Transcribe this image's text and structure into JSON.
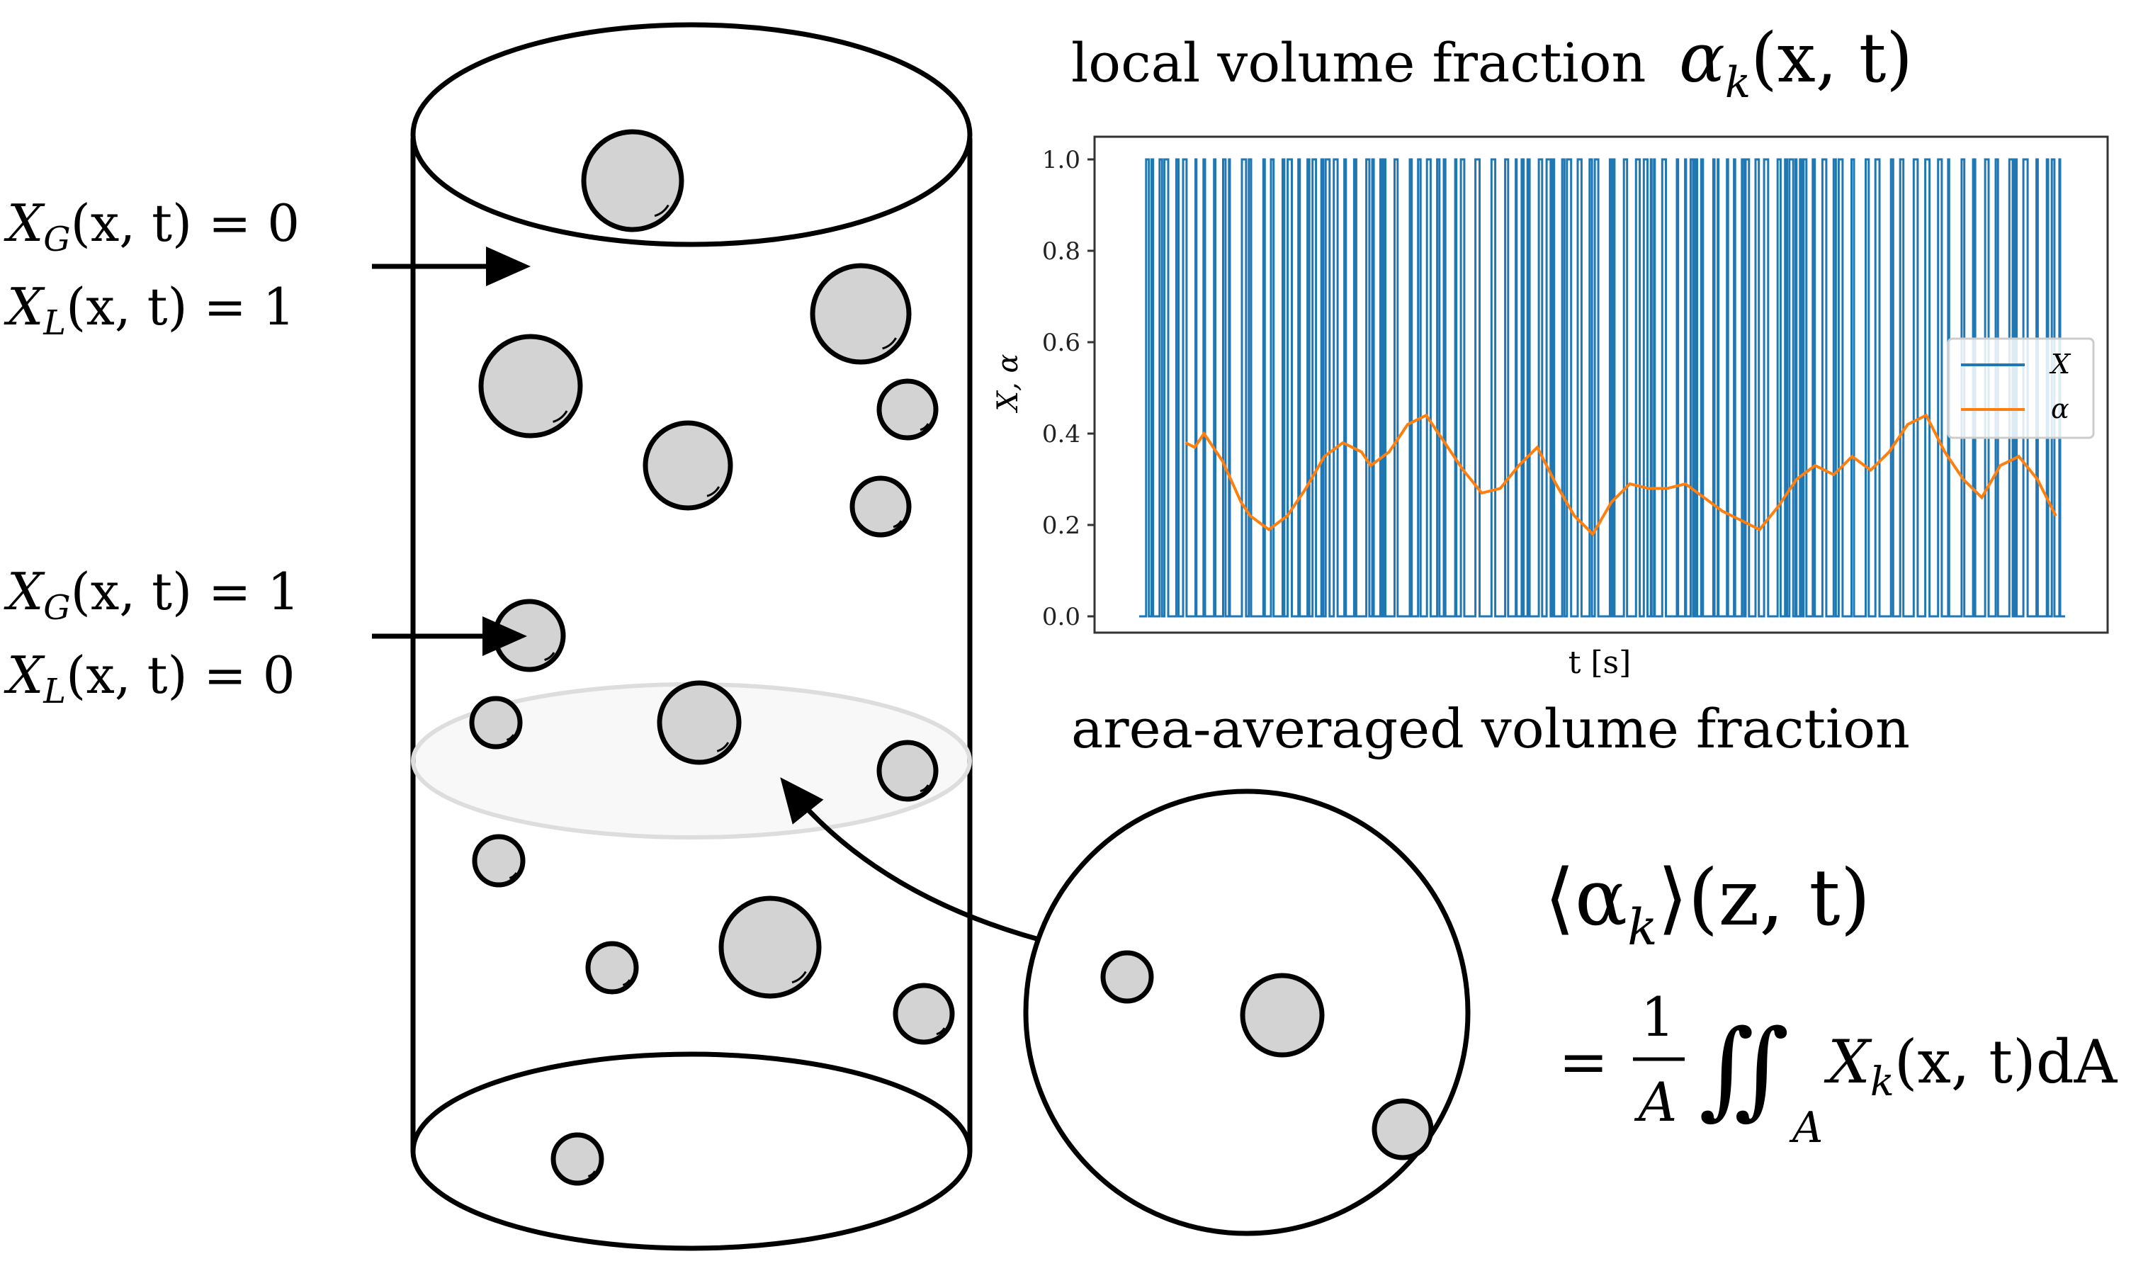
{
  "labels": {
    "local_heading": "local volume fraction",
    "area_heading": "area-averaged volume fraction",
    "alpha_k_label": {
      "symbol": "α",
      "sub": "k",
      "args": "(x, t)"
    }
  },
  "annotations": {
    "upper": {
      "line1": {
        "sym": "X",
        "sub": "G",
        "rest": "(x, t) = 0"
      },
      "line2": {
        "sym": "X",
        "sub": "L",
        "rest": "(x, t) = 1"
      }
    },
    "lower": {
      "line1": {
        "sym": "X",
        "sub": "G",
        "rest": "(x, t) = 1"
      },
      "line2": {
        "sym": "X",
        "sub": "L",
        "rest": "(x, t) = 0"
      }
    }
  },
  "equation": {
    "lhs": "⟨α",
    "lhs_sub": "k",
    "lhs_rest": "⟩(z, t)",
    "eq": "=",
    "frac_num": "1",
    "frac_den": "A",
    "integral": "∬",
    "int_sub": "A",
    "integrand": "X",
    "integrand_sub": "k",
    "integrand_rest": "(x, t)dA"
  },
  "chart_data": {
    "type": "line",
    "xlabel": "t [s]",
    "ylabel": "X, α",
    "ylim": [
      0,
      1
    ],
    "ytick_labels": [
      "0.0",
      "0.2",
      "0.4",
      "0.6",
      "0.8",
      "1.0"
    ],
    "legend_position": "right",
    "colors": {
      "X": "#1f77b4",
      "alpha": "#ff7f0e"
    },
    "series": [
      {
        "name": "X",
        "kind": "binary-indicator",
        "description": "dense 0/1 switching signal across the full time range",
        "values_range": [
          0,
          1
        ]
      },
      {
        "name": "α",
        "x_fraction": [
          0.05,
          0.06,
          0.07,
          0.09,
          0.11,
          0.12,
          0.14,
          0.16,
          0.18,
          0.2,
          0.22,
          0.24,
          0.25,
          0.27,
          0.29,
          0.31,
          0.33,
          0.35,
          0.37,
          0.39,
          0.41,
          0.43,
          0.45,
          0.47,
          0.49,
          0.51,
          0.53,
          0.55,
          0.57,
          0.59,
          0.61,
          0.63,
          0.65,
          0.67,
          0.69,
          0.71,
          0.73,
          0.75,
          0.77,
          0.79,
          0.81,
          0.83,
          0.85,
          0.87,
          0.89,
          0.91,
          0.93,
          0.95,
          0.97,
          0.99
        ],
        "values": [
          0.38,
          0.37,
          0.4,
          0.34,
          0.25,
          0.22,
          0.19,
          0.22,
          0.28,
          0.35,
          0.38,
          0.36,
          0.33,
          0.36,
          0.42,
          0.44,
          0.38,
          0.32,
          0.27,
          0.28,
          0.33,
          0.37,
          0.29,
          0.22,
          0.18,
          0.25,
          0.29,
          0.28,
          0.28,
          0.29,
          0.26,
          0.23,
          0.21,
          0.19,
          0.24,
          0.3,
          0.33,
          0.31,
          0.35,
          0.32,
          0.36,
          0.42,
          0.44,
          0.36,
          0.3,
          0.26,
          0.33,
          0.35,
          0.3,
          0.22
        ]
      }
    ]
  }
}
